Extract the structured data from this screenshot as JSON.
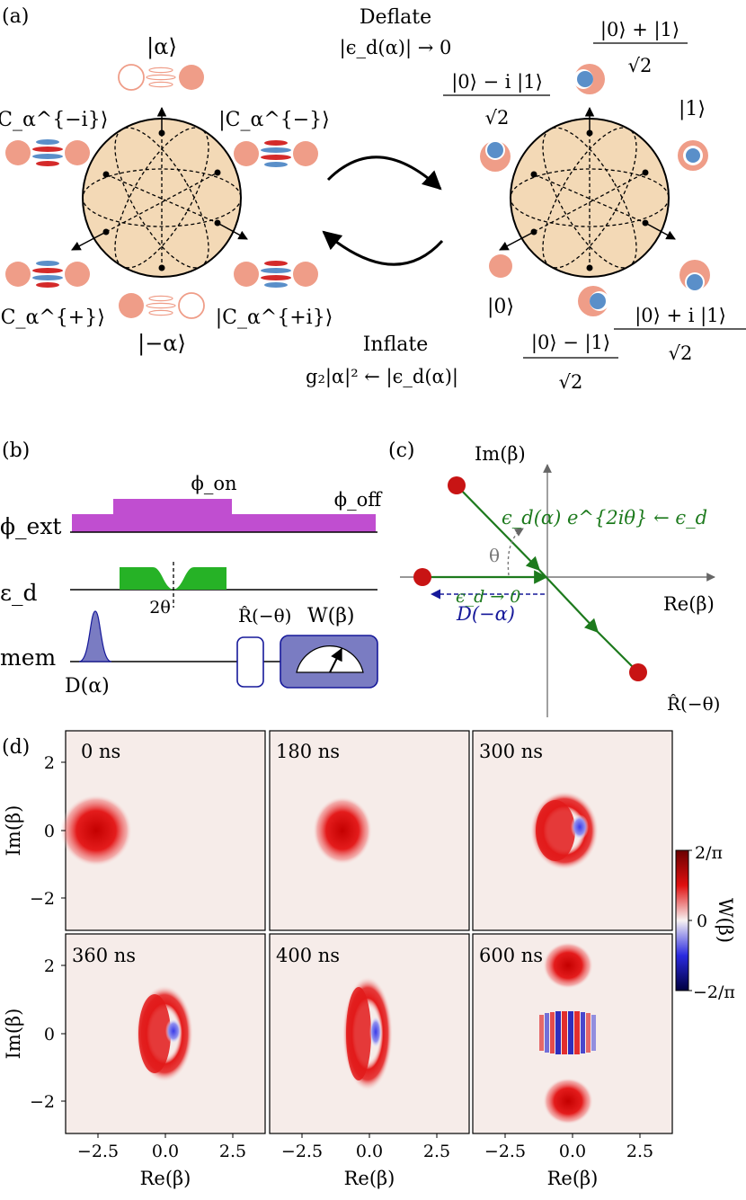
{
  "panel_labels": {
    "a": "(a)",
    "b": "(b)",
    "c": "(c)",
    "d": "(d)"
  },
  "panel_a": {
    "deflate_title": "Deflate",
    "deflate_condition": "|ϵ_d(α)| → 0",
    "inflate_title": "Inflate",
    "inflate_condition": "g₂|α|² ← |ϵ_d(α)|",
    "cat_states": {
      "alpha": "|α⟩",
      "minus_alpha": "|−α⟩",
      "c_minus_i": "|C_α^{−i}⟩",
      "c_minus": "|C_α^{−}⟩",
      "c_plus": "|C_α^{+}⟩",
      "c_plus_i": "|C_α^{+i}⟩"
    },
    "fock_states": {
      "zero_plus_one_num": "|0⟩ + |1⟩",
      "one": "|1⟩",
      "zero_minus_i_one_num": "|0⟩ − i |1⟩",
      "zero": "|0⟩",
      "zero_minus_one_num": "|0⟩ − |1⟩",
      "zero_plus_i_one_num": "|0⟩ + i |1⟩",
      "denominator": "√2"
    },
    "colors": {
      "sphere_fill": "#f3d9b6",
      "blob_red": "#ef9d88",
      "fringe_red": "#d42a2a",
      "fringe_blue": "#5a8fc9"
    }
  },
  "panel_b": {
    "phi_ext_label": "ϕ_ext",
    "phi_on": "ϕ_on",
    "phi_off": "ϕ_off",
    "eps_label": "ε_d",
    "two_theta": "2θ",
    "rotation_label": "R̂(−θ)",
    "wigner_label": "W(β)",
    "mem_label": "mem",
    "displacement_label": "D(α)",
    "colors": {
      "phi_pulse": "#c04ed0",
      "drive_pulse": "#26b226",
      "mem_pulse": "#7a7cc2"
    }
  },
  "panel_c": {
    "y_axis_label": "Im(β)",
    "x_axis_label": "Re(β)",
    "theta_label": "θ",
    "drive_rotated_label": "ϵ_d(α) e^{2iθ} ← ϵ_d",
    "drive_zero_label": "ϵ_d → 0",
    "displacement_back_label": "D(−α)",
    "rotation_label": "R̂(−θ)",
    "colors": {
      "path_green": "#1d7a1d",
      "dots_red": "#c81414",
      "back_blue": "#16199a"
    }
  },
  "panel_d": {
    "y_axis_label": "Im(β)",
    "x_axis_label": "Re(β)",
    "y_ticks": [
      "2",
      "0",
      "−2"
    ],
    "x_ticks": [
      "−2.5",
      "0.0",
      "2.5"
    ],
    "times": [
      "0 ns",
      "180 ns",
      "300 ns",
      "360 ns",
      "400 ns",
      "600 ns"
    ],
    "colorbar_label": "W(β)",
    "colorbar_ticks": [
      "2/π",
      "0",
      "−2/π"
    ],
    "colors": {
      "background": "#f6ece9",
      "positive": "#d40000",
      "negative": "#0a0aa8"
    }
  }
}
